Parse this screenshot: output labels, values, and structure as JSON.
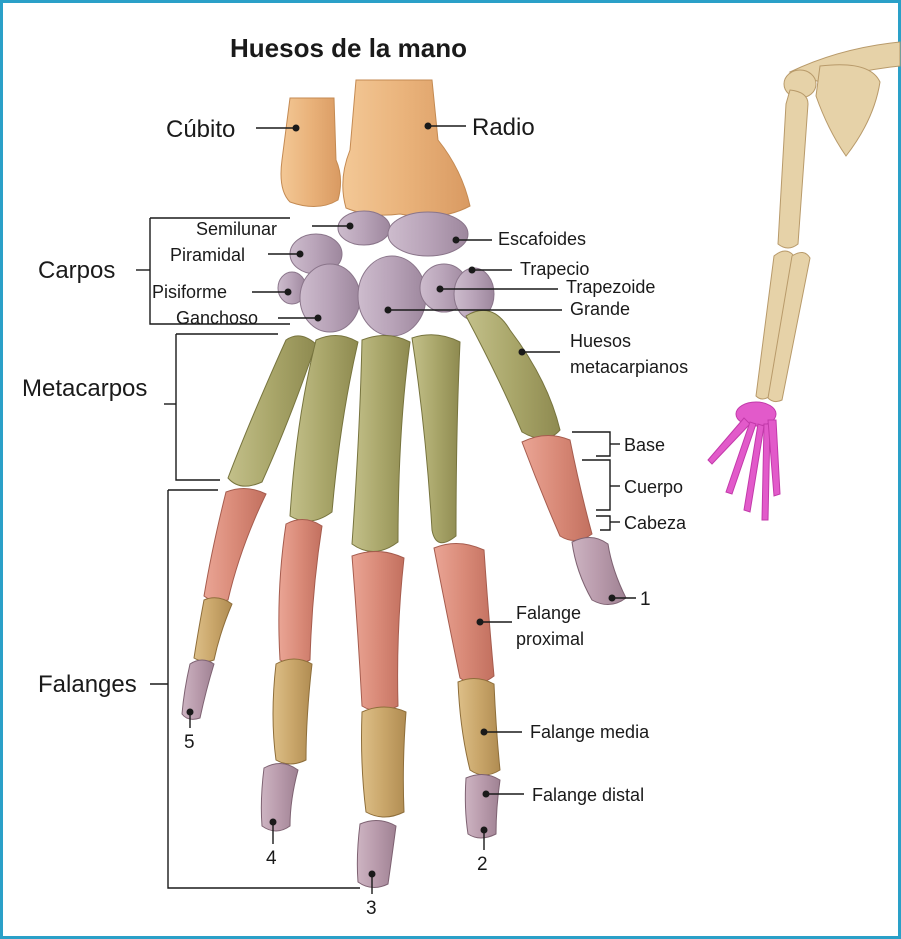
{
  "title": "Huesos de la mano",
  "labels": {
    "cubito": "Cúbito",
    "radio": "Radio",
    "carpos": "Carpos",
    "semilunar": "Semilunar",
    "piramidal": "Piramidal",
    "pisiforme": "Pisiforme",
    "ganchoso": "Ganchoso",
    "escafoides": "Escafoides",
    "trapecio": "Trapecio",
    "trapezoide": "Trapezoide",
    "grande": "Grande",
    "metacarpos": "Metacarpos",
    "huesos_metacarpianos_1": "Huesos",
    "huesos_metacarpianos_2": "metacarpianos",
    "base": "Base",
    "cuerpo": "Cuerpo",
    "cabeza": "Cabeza",
    "falanges": "Falanges",
    "falange_proximal_1": "Falange",
    "falange_proximal_2": "proximal",
    "falange_media": "Falange media",
    "falange_distal": "Falange distal"
  },
  "finger_numbers": [
    "1",
    "2",
    "3",
    "4",
    "5"
  ],
  "colors": {
    "frame": "#2aa0c8",
    "forearm_bone": "#e9b27a",
    "carpal_bone": "#b8a3b8",
    "metacarpal_bone": "#a9a66a",
    "proximal_phalanx": "#d98a78",
    "middle_phalanx": "#c9a66a",
    "distal_phalanx": "#b89aab",
    "arm_bone": "#e6d2a8",
    "hand_highlight": "#e25aca"
  }
}
